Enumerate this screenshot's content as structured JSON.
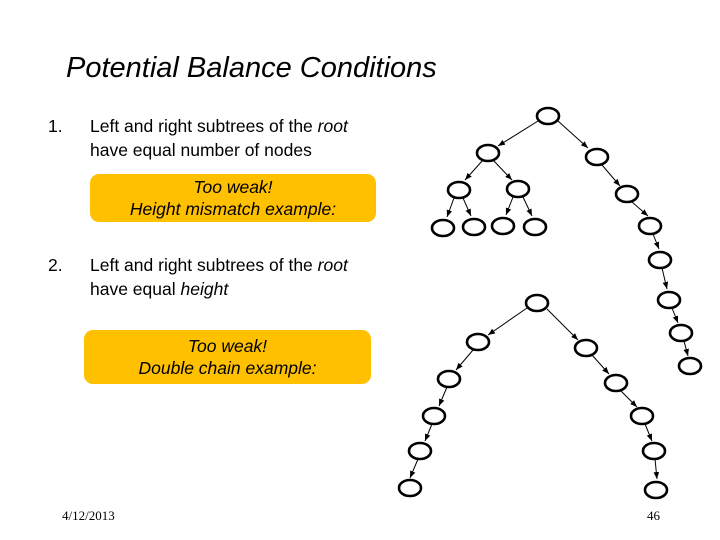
{
  "slide": {
    "title": "Potential Balance Conditions",
    "items": [
      {
        "number": "1.",
        "line1_before": "Left and right subtrees of the ",
        "line1_italic": "root",
        "line2_before": "have equal number of nodes",
        "line2_italic": ""
      },
      {
        "number": "2.",
        "line1_before": "Left and right subtrees of the ",
        "line1_italic": "root",
        "line2_before": "have equal ",
        "line2_italic": "height"
      }
    ],
    "callouts": [
      {
        "line1": "Too weak!",
        "line2": "Height mismatch example:"
      },
      {
        "line1": "Too weak!",
        "line2": "Double chain example:"
      }
    ],
    "footer": {
      "date": "4/12/2013",
      "page_number": "46"
    }
  },
  "colors": {
    "callout_fill": "#ffc000",
    "node_stroke": "#000000",
    "background": "#ffffff"
  }
}
